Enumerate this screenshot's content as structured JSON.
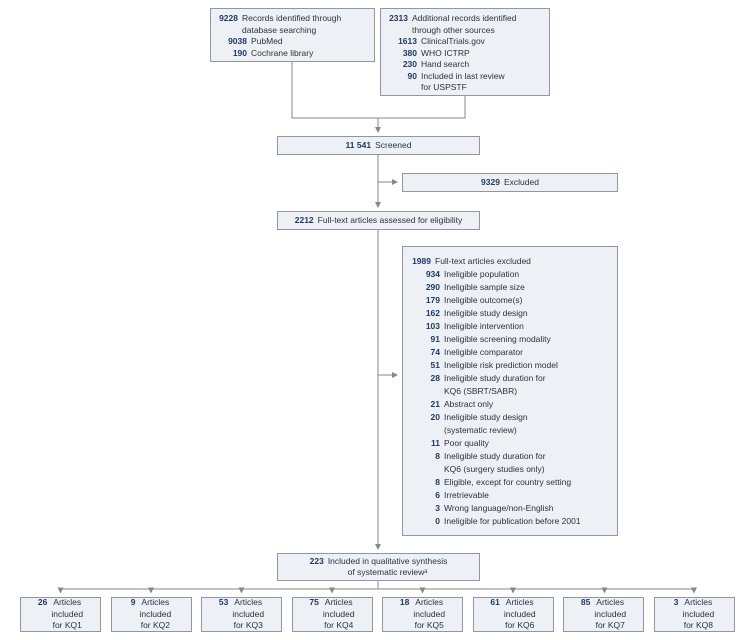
{
  "figure": {
    "type": "flow-diagram",
    "colors": {
      "box_fill": "#edf1f5",
      "box_border": "#9196a0",
      "number": "#1e3a68",
      "label": "#2a3140",
      "line": "#85878b"
    },
    "boxes": {
      "db_search": {
        "rows": [
          {
            "num": "9228",
            "label": "Records identified through\ndatabase searching",
            "indent": 0
          },
          {
            "num": "9038",
            "label": "PubMed",
            "indent": 1
          },
          {
            "num": "190",
            "label": "Cochrane library",
            "indent": 1
          }
        ]
      },
      "other_sources": {
        "rows": [
          {
            "num": "2313",
            "label": "Additional records identified\nthrough other sources",
            "indent": 0
          },
          {
            "num": "1613",
            "label": "ClinicalTrials.gov",
            "indent": 1
          },
          {
            "num": "380",
            "label": "WHO ICTRP",
            "indent": 1
          },
          {
            "num": "230",
            "label": "Hand search",
            "indent": 1
          },
          {
            "num": "90",
            "label": "Included in last review\nfor USPSTF",
            "indent": 1
          }
        ]
      },
      "screened": {
        "rows": [
          {
            "num": "11 541",
            "label": "Screened",
            "indent": 0
          }
        ]
      },
      "excluded": {
        "rows": [
          {
            "num": "9329",
            "label": "Excluded",
            "indent": 0
          }
        ]
      },
      "fulltext": {
        "rows": [
          {
            "num": "2212",
            "label": "Full-text articles assessed for eligibility",
            "indent": 0
          }
        ]
      },
      "fulltext_excluded": {
        "rows": [
          {
            "num": "1989",
            "label": "Full-text articles excluded",
            "indent": 0
          },
          {
            "num": "934",
            "label": "Ineligible population",
            "indent": 1
          },
          {
            "num": "290",
            "label": "Ineligible sample size",
            "indent": 1
          },
          {
            "num": "179",
            "label": "Ineligible outcome(s)",
            "indent": 1
          },
          {
            "num": "162",
            "label": "Ineligible study design",
            "indent": 1
          },
          {
            "num": "103",
            "label": "Ineligible intervention",
            "indent": 1
          },
          {
            "num": "91",
            "label": "Ineligible screening modality",
            "indent": 1
          },
          {
            "num": "74",
            "label": "Ineligible comparator",
            "indent": 1
          },
          {
            "num": "51",
            "label": "Ineligible risk prediction model",
            "indent": 1
          },
          {
            "num": "28",
            "label": "Ineligible study duration for\nKQ6 (SBRT/SABR)",
            "indent": 1
          },
          {
            "num": "21",
            "label": "Abstract only",
            "indent": 1
          },
          {
            "num": "20",
            "label": "Ineligible study design\n(systematic review)",
            "indent": 1
          },
          {
            "num": "11",
            "label": "Poor quality",
            "indent": 1
          },
          {
            "num": "8",
            "label": "Ineligible study duration for\nKQ6 (surgery studies only)",
            "indent": 1
          },
          {
            "num": "8",
            "label": "Eligible, except for country setting",
            "indent": 1
          },
          {
            "num": "6",
            "label": "Irretrievable",
            "indent": 1
          },
          {
            "num": "3",
            "label": "Wrong language/non-English",
            "indent": 1
          },
          {
            "num": "0",
            "label": "Ineligible for publication before 2001",
            "indent": 1
          }
        ]
      },
      "qualitative": {
        "rows": [
          {
            "num": "223",
            "label": "Included in qualitative synthesis\nof systematic reviewᵃ",
            "indent": 0
          }
        ]
      },
      "kq1": {
        "rows": [
          {
            "num": "26",
            "label": "Articles\nincluded\nfor KQ1",
            "indent": 0
          }
        ]
      },
      "kq2": {
        "rows": [
          {
            "num": "9",
            "label": "Articles\nincluded\nfor KQ2",
            "indent": 0
          }
        ]
      },
      "kq3": {
        "rows": [
          {
            "num": "53",
            "label": "Articles\nincluded\nfor KQ3",
            "indent": 0
          }
        ]
      },
      "kq4": {
        "rows": [
          {
            "num": "75",
            "label": "Articles\nincluded\nfor KQ4",
            "indent": 0
          }
        ]
      },
      "kq5": {
        "rows": [
          {
            "num": "18",
            "label": "Articles\nincluded\nfor KQ5",
            "indent": 0
          }
        ]
      },
      "kq6": {
        "rows": [
          {
            "num": "61",
            "label": "Articles\nincluded\nfor KQ6",
            "indent": 0
          }
        ]
      },
      "kq7": {
        "rows": [
          {
            "num": "85",
            "label": "Articles\nincluded\nfor KQ7",
            "indent": 0
          }
        ]
      },
      "kq8": {
        "rows": [
          {
            "num": "3",
            "label": "Articles\nincluded\nfor KQ8",
            "indent": 0
          }
        ]
      }
    }
  }
}
